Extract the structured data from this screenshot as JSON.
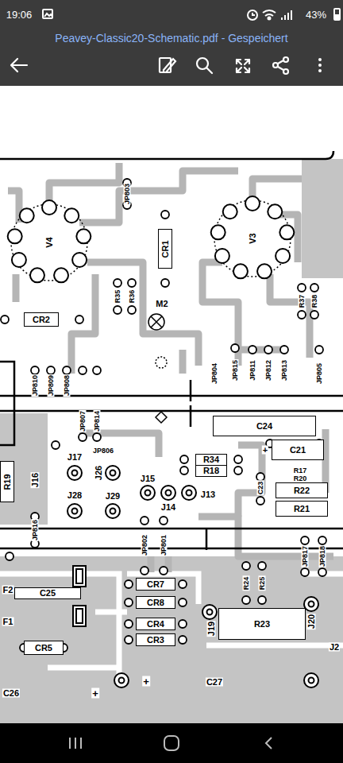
{
  "diagram": {
    "title": "Peavey-Classic20-Schematic.pdf - Gespeichert",
    "nodes": [
      {
        "text": [
          "CR2"
        ]
      },
      {
        "text": [
          "CR1"
        ]
      },
      {
        "text": [
          "C24"
        ]
      },
      {
        "text": [
          "C21"
        ]
      },
      {
        "text": [
          "R34"
        ]
      },
      {
        "text": [
          "R18"
        ]
      },
      {
        "text": [
          "R22"
        ]
      },
      {
        "text": [
          "R21"
        ]
      },
      {
        "text": [
          "R19"
        ]
      },
      {
        "text": [
          "C25"
        ]
      },
      {
        "text": [
          "CR7"
        ]
      },
      {
        "text": [
          "CR8"
        ]
      },
      {
        "text": [
          "CR4"
        ]
      },
      {
        "text": [
          "CR3"
        ]
      },
      {
        "text": [
          "CR5"
        ]
      },
      {
        "text": [
          "R23"
        ]
      }
    ],
    "labels": [
      "19:06",
      "43%",
      "V4",
      "V3",
      "M2",
      "J16",
      "J17",
      "J26",
      "J28",
      "J29",
      "J15",
      "J14",
      "J13",
      "J19",
      "J20",
      "J2",
      "F2",
      "F1",
      "C26",
      "C27",
      "+",
      "+",
      "+",
      "JP806",
      "JP803",
      "JP810",
      "JP809",
      "JP808",
      "JP807",
      "JP814",
      "JP804",
      "JP815",
      "JP811",
      "JP812",
      "JP813",
      "JP805",
      "JP816",
      "JP802",
      "JP801",
      "JP817",
      "JP818",
      "R35",
      "R36",
      "R37",
      "R38",
      "R24",
      "R25",
      "R17",
      "R20",
      "C23"
    ]
  }
}
